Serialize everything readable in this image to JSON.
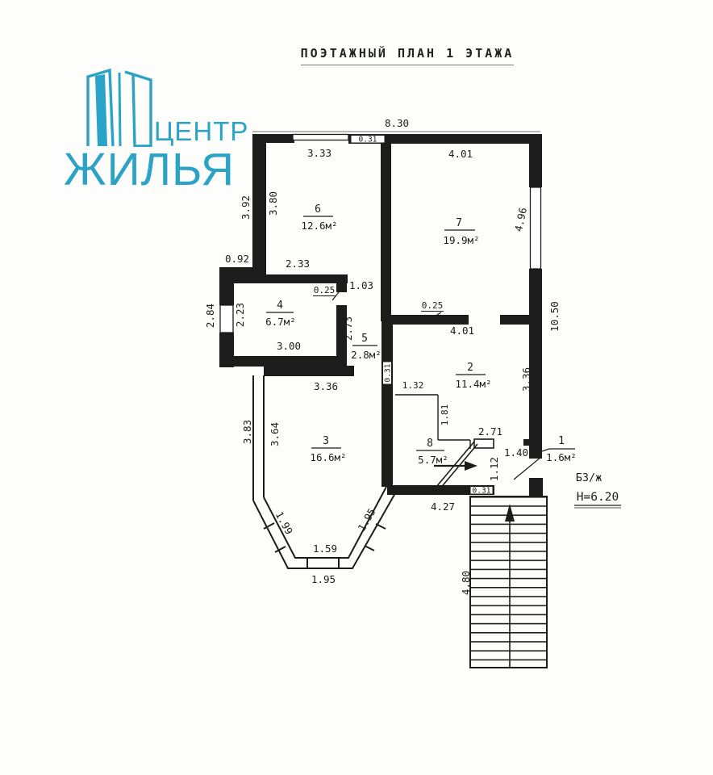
{
  "title": "ПОЭТАЖНЫЙ ПЛАН 1 ЭТАЖА",
  "logo": {
    "line1": "ЦЕНТР",
    "line2": "ЖИЛЬЯ",
    "color": "#2aa3c7"
  },
  "note": {
    "material": "Б3/ж",
    "building_height": "Н=6.20"
  },
  "rooms": [
    {
      "number": "1",
      "area": "1.6м²"
    },
    {
      "number": "2",
      "area": "11.4м²"
    },
    {
      "number": "3",
      "area": "16.6м²"
    },
    {
      "number": "4",
      "area": "6.7м²"
    },
    {
      "number": "5",
      "area": "2.8м²"
    },
    {
      "number": "6",
      "area": "12.6м²"
    },
    {
      "number": "7",
      "area": "19.9м²"
    },
    {
      "number": "8",
      "area": "5.7м²"
    }
  ],
  "dimensions": {
    "top_total": "8.30",
    "top_wall_thickness": "0.31",
    "room6_width": "3.33",
    "room7_width": "4.01",
    "room6_height_outer": "3.92",
    "room6_height_inner": "3.80",
    "room7_height": "4.96",
    "ledge": "0.92",
    "room4_top": "2.33",
    "opening": "1.03",
    "door4": "0.25",
    "room4_height_outer": "2.84",
    "room4_height_inner": "2.23",
    "room4_width": "3.00",
    "room5_height": "2.73",
    "door7": "0.25",
    "room2_top": "4.01",
    "right_total": "10.50",
    "room2_height": "3.36",
    "room3_width": "3.36",
    "mid_wall_thickness": "0.31",
    "room8_top": "1.32",
    "room8_side": "1.81",
    "room3_height_outer": "3.83",
    "room3_height_inner": "3.64",
    "hall_width": "2.71",
    "room1_width": "1.40",
    "room1_height": "1.12",
    "bottom_wall_thickness": "0.31",
    "entry_width": "4.27",
    "bay_left": "1.99",
    "bay_right": "1.95",
    "bay_bottom_inner": "1.59",
    "bay_bottom_outer": "1.95",
    "stairs_length": "4.80"
  }
}
